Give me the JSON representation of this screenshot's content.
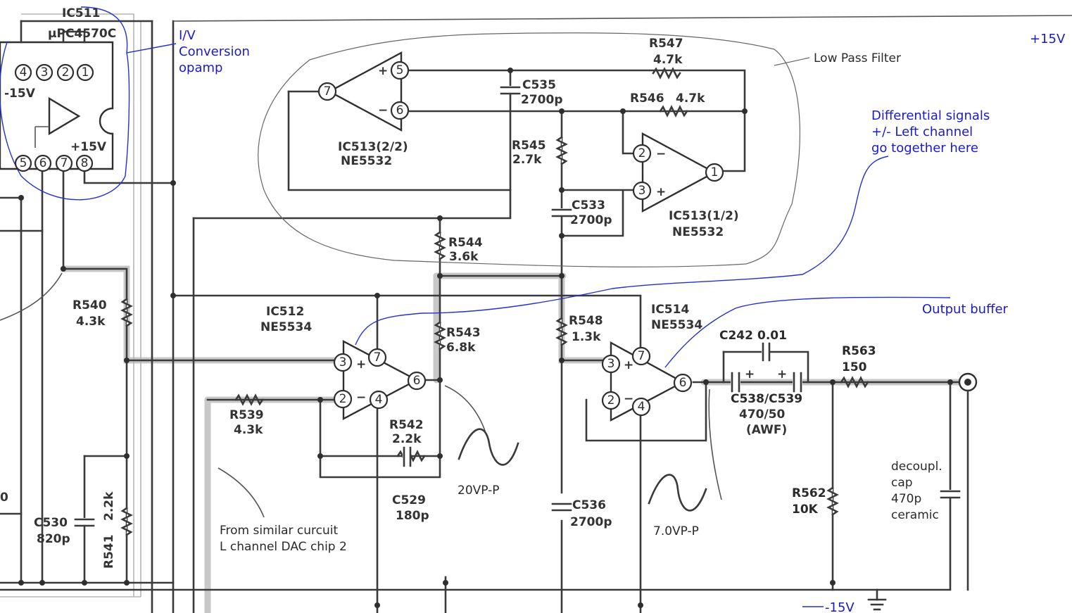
{
  "annotations": {
    "iv_conversion": [
      "I/V",
      "Conversion",
      "opamp"
    ],
    "low_pass_filter": "Low Pass Filter",
    "differential": [
      "Differential signals",
      "+/- Left channel",
      "go together here"
    ],
    "output_buffer": "Output buffer",
    "similar_circuit": [
      "From similar curcuit",
      "L channel DAC chip 2"
    ],
    "decoupling": [
      "decoupl.",
      "cap",
      "470p",
      "ceramic"
    ]
  },
  "supply": {
    "positive": "+15V",
    "negative": "-15V"
  },
  "ics": {
    "ic511": {
      "ref": "IC511",
      "part": "µPC4570C",
      "minus_rail": "-15V",
      "plus_rail": "+15V",
      "pins_top": [
        "4",
        "3",
        "2",
        "1"
      ],
      "pins_bottom": [
        "5",
        "6",
        "7",
        "8"
      ]
    },
    "ic513_2": {
      "ref": "IC513(2/2)",
      "part": "NE5532",
      "pins": [
        "5",
        "6",
        "7"
      ]
    },
    "ic513_1": {
      "ref": "IC513(1/2)",
      "part": "NE5532",
      "pins": [
        "2",
        "3",
        "1"
      ]
    },
    "ic512": {
      "ref": "IC512",
      "part": "NE5534",
      "pins": [
        "3",
        "2",
        "7",
        "4",
        "6"
      ]
    },
    "ic514": {
      "ref": "IC514",
      "part": "NE5534",
      "pins": [
        "3",
        "2",
        "7",
        "4",
        "6"
      ]
    }
  },
  "components": {
    "r547": {
      "ref": "R547",
      "value": "4.7k"
    },
    "r546": {
      "ref": "R546",
      "value": "4.7k"
    },
    "c535": {
      "ref": "C535",
      "value": "2700p"
    },
    "r545": {
      "ref": "R545",
      "value": "2.7k"
    },
    "c533": {
      "ref": "C533",
      "value": "2700p"
    },
    "r544": {
      "ref": "R544",
      "value": "3.6k"
    },
    "r540": {
      "ref": "R540",
      "value": "4.3k"
    },
    "r543": {
      "ref": "R543",
      "value": "6.8k"
    },
    "r548": {
      "ref": "R548",
      "value": "1.3k"
    },
    "r539": {
      "ref": "R539",
      "value": "4.3k"
    },
    "r542": {
      "ref": "R542",
      "value": "2.2k"
    },
    "c529": {
      "ref": "C529",
      "value": "180p"
    },
    "c536": {
      "ref": "C536",
      "value": "2700p"
    },
    "c242": {
      "ref": "C242",
      "value": "0.01"
    },
    "c538": {
      "ref": "C538/C539",
      "value": "470/50",
      "type": "(AWF)"
    },
    "r563": {
      "ref": "R563",
      "value": "150"
    },
    "r562": {
      "ref": "R562",
      "value": "10K"
    },
    "c530": {
      "ref": "C530",
      "value": "820p"
    },
    "r541": {
      "ref": "R541",
      "value": "2.2k"
    }
  },
  "waveforms": {
    "ic512_out": "20VP-P",
    "ic514_out": "7.0VP-P"
  },
  "misc": {
    "edge_zero": "0"
  }
}
